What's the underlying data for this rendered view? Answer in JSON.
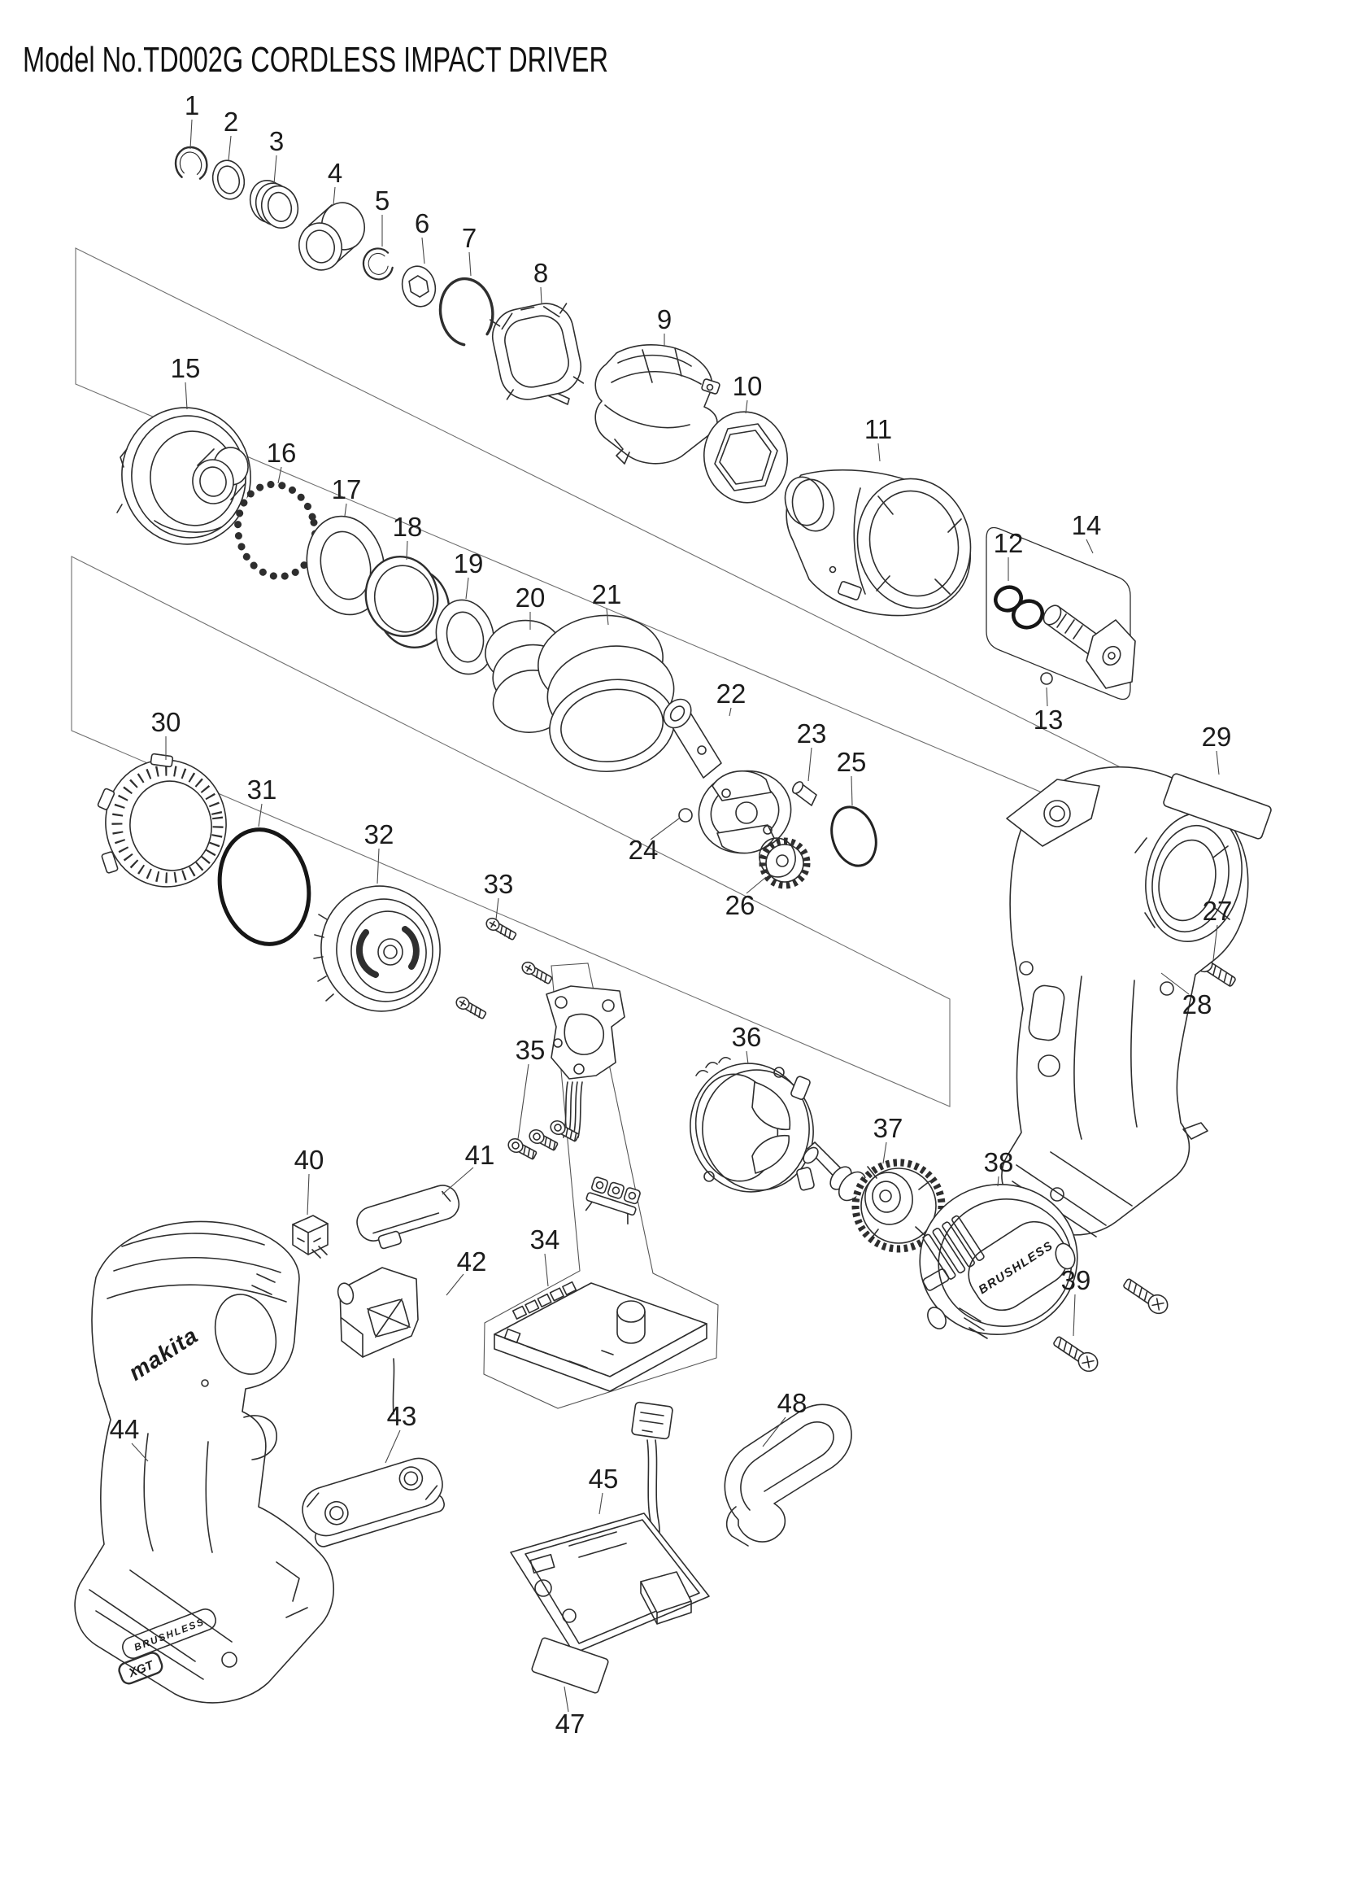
{
  "page": {
    "title": "Model No.TD002G CORDLESS IMPACT DRIVER"
  },
  "diagram": {
    "model": "TD002G",
    "product": "CORDLESS IMPACT DRIVER",
    "nums": [
      "1",
      "2",
      "3",
      "4",
      "5",
      "6",
      "7",
      "8",
      "9",
      "10",
      "11",
      "12",
      "13",
      "14",
      "15",
      "16",
      "17",
      "18",
      "19",
      "20",
      "21",
      "22",
      "23",
      "24",
      "25",
      "26",
      "27",
      "28",
      "29",
      "30",
      "31",
      "32",
      "33",
      "34",
      "35",
      "36",
      "37",
      "38",
      "39",
      "40",
      "41",
      "42",
      "43",
      "44",
      "45",
      "47",
      "48"
    ],
    "logos": {
      "makita": "makita",
      "brushless_foot": "BRUSHLESS",
      "xgt": "XGT",
      "brushless_cover": "BRUSHLESS"
    }
  }
}
